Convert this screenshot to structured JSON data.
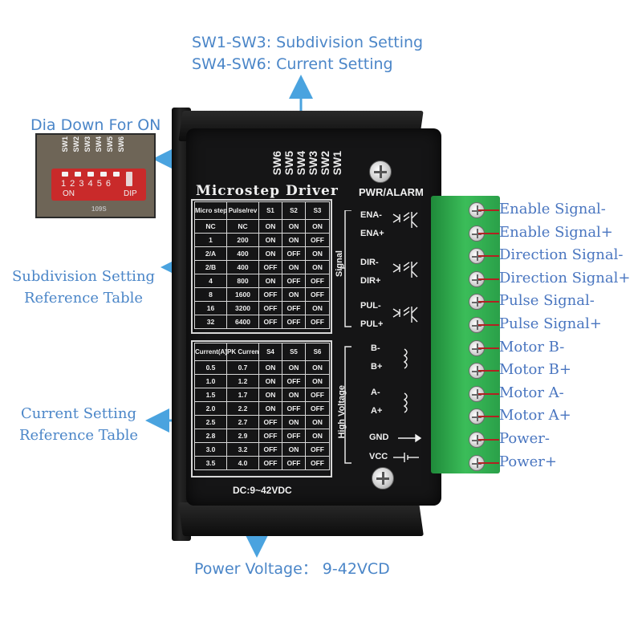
{
  "callouts": {
    "top_line1": "SW1-SW3: Subdivision Setting",
    "top_line2": "SW4-SW6: Current Setting",
    "dia": "Dia Down For ON",
    "subdivision_line1": "Subdivision Setting",
    "subdivision_line2": "Reference Table",
    "current_line1": "Current Setting",
    "current_line2": "Reference Table",
    "power": "Power Voltage：  9-42VCD"
  },
  "board": {
    "switch_labels": [
      "SW6",
      "SW5",
      "SW4",
      "SW3",
      "SW2",
      "SW1"
    ],
    "title": "Microstep Driver",
    "pwr_alarm": "PWR/ALARM",
    "dc": "DC:9~42VDC",
    "signal_group": "Signal",
    "hv_group": "High Voltage",
    "signal_labels": [
      "ENA-",
      "ENA+",
      "DIR-",
      "DIR+",
      "PUL-",
      "PUL+"
    ],
    "motor_labels": [
      "B-",
      "B+",
      "A-",
      "A+",
      "GND",
      "VCC"
    ]
  },
  "inset": {
    "numbers": "1 2 3 4 5 6",
    "on": "ON",
    "dip": "DIP",
    "sw_labels": [
      "SW1",
      "SW2",
      "SW3",
      "SW4",
      "SW5",
      "SW6"
    ],
    "code": "109S"
  },
  "microstep_table": {
    "headers": [
      "Micro step",
      "Pulse/rev",
      "S1",
      "S2",
      "S3"
    ],
    "rows": [
      [
        "NC",
        "NC",
        "ON",
        "ON",
        "ON"
      ],
      [
        "1",
        "200",
        "ON",
        "ON",
        "OFF"
      ],
      [
        "2/A",
        "400",
        "ON",
        "OFF",
        "ON"
      ],
      [
        "2/B",
        "400",
        "OFF",
        "ON",
        "ON"
      ],
      [
        "4",
        "800",
        "ON",
        "OFF",
        "OFF"
      ],
      [
        "8",
        "1600",
        "OFF",
        "ON",
        "OFF"
      ],
      [
        "16",
        "3200",
        "OFF",
        "OFF",
        "ON"
      ],
      [
        "32",
        "6400",
        "OFF",
        "OFF",
        "OFF"
      ]
    ]
  },
  "current_table": {
    "headers": [
      "Current(A)",
      "PK Current",
      "S4",
      "S5",
      "S6"
    ],
    "rows": [
      [
        "0.5",
        "0.7",
        "ON",
        "ON",
        "ON"
      ],
      [
        "1.0",
        "1.2",
        "ON",
        "OFF",
        "ON"
      ],
      [
        "1.5",
        "1.7",
        "ON",
        "ON",
        "OFF"
      ],
      [
        "2.0",
        "2.2",
        "ON",
        "OFF",
        "OFF"
      ],
      [
        "2.5",
        "2.7",
        "OFF",
        "ON",
        "ON"
      ],
      [
        "2.8",
        "2.9",
        "OFF",
        "OFF",
        "ON"
      ],
      [
        "3.0",
        "3.2",
        "OFF",
        "ON",
        "OFF"
      ],
      [
        "3.5",
        "4.0",
        "OFF",
        "OFF",
        "OFF"
      ]
    ]
  },
  "terminals": [
    "Enable Signal-",
    "Enable Signal+",
    "Direction Signal-",
    "Direction Signal+",
    "Pulse Signal-",
    "Pulse Signal+",
    "Motor B-",
    "Motor B+",
    "Motor A-",
    "Motor A+",
    "Power-",
    "Power+"
  ],
  "colors": {
    "callout_blue": "#4b86c8",
    "arrow_blue": "#4aa3df",
    "terminal_green": "#36b552",
    "board_black": "#151516",
    "dip_red": "#c92a2a",
    "lead_red": "#b22222"
  },
  "icons": [
    "optocoupler-icon",
    "motor-coil-icon",
    "ground-arrow-icon",
    "battery-icon",
    "screw-icon"
  ]
}
